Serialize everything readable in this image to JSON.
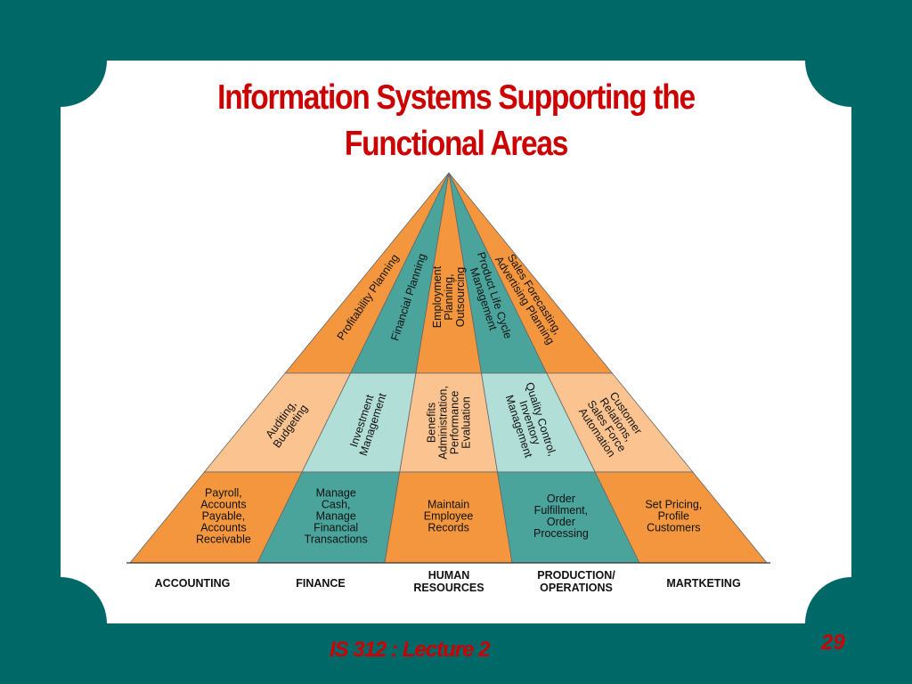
{
  "title_line1": "Information Systems Supporting the",
  "title_line2": "Functional Areas",
  "colors": {
    "background": "#006866",
    "title": "#cc0000",
    "orange": "#f4963e",
    "light_orange": "#fbc38f",
    "teal": "#4aa49c",
    "light_teal": "#b1ded7"
  },
  "tiers": {
    "top": [
      {
        "id": "accounting",
        "lines": [
          "Profitability Planning"
        ]
      },
      {
        "id": "finance",
        "lines": [
          "Financial Planning"
        ]
      },
      {
        "id": "hr",
        "lines": [
          "Employment",
          "Planning,",
          "Outsourcing"
        ]
      },
      {
        "id": "production",
        "lines": [
          "Product Life Cycle",
          "Management"
        ]
      },
      {
        "id": "marketing",
        "lines": [
          "Sales Forecasting,",
          "Advertising Planning"
        ]
      }
    ],
    "middle": [
      {
        "id": "accounting",
        "lines": [
          "Auditing,",
          "Budgeting"
        ]
      },
      {
        "id": "finance",
        "lines": [
          "Investment",
          "Management"
        ]
      },
      {
        "id": "hr",
        "lines": [
          "Benefits",
          "Administration,",
          "Performance",
          "Evaluation"
        ]
      },
      {
        "id": "production",
        "lines": [
          "Quality Control,",
          "Inventory",
          "Management"
        ]
      },
      {
        "id": "marketing",
        "lines": [
          "Customer",
          "Relations,",
          "Sales Force",
          "Automation"
        ]
      }
    ],
    "bottom": [
      {
        "id": "accounting",
        "lines": [
          "Payroll,",
          "Accounts",
          "Payable,",
          "Accounts",
          "Receivable"
        ]
      },
      {
        "id": "finance",
        "lines": [
          "Manage",
          "Cash,",
          "Manage",
          "Financial",
          "Transactions"
        ]
      },
      {
        "id": "hr",
        "lines": [
          "Maintain",
          "Employee",
          "Records"
        ]
      },
      {
        "id": "production",
        "lines": [
          "Order",
          "Fulfillment,",
          "Order",
          "Processing"
        ]
      },
      {
        "id": "marketing",
        "lines": [
          "Set Pricing,",
          "Profile",
          "Customers"
        ]
      }
    ]
  },
  "areas": [
    {
      "id": "accounting",
      "lines": [
        "ACCOUNTING"
      ]
    },
    {
      "id": "finance",
      "lines": [
        "FINANCE"
      ]
    },
    {
      "id": "hr",
      "lines": [
        "HUMAN",
        "RESOURCES"
      ]
    },
    {
      "id": "production",
      "lines": [
        "PRODUCTION/",
        "OPERATIONS"
      ]
    },
    {
      "id": "marketing",
      "lines": [
        "MARTKETING"
      ]
    }
  ],
  "footer": {
    "course": "IS 312 : Lecture 2",
    "page": "29"
  }
}
